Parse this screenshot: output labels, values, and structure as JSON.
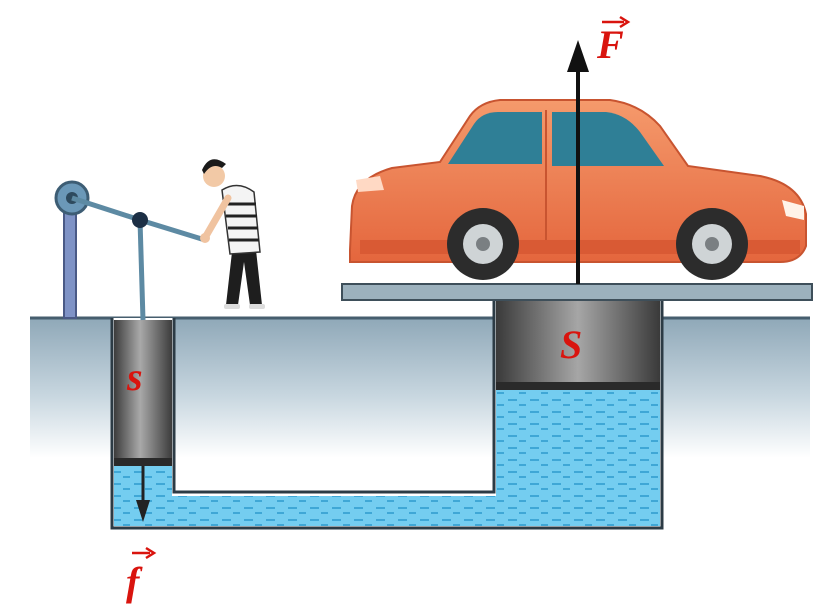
{
  "diagram": {
    "labels": {
      "small_area": "s",
      "large_area": "S",
      "small_force": "f",
      "large_force": "F"
    },
    "colors": {
      "label": "#d9140e",
      "car_body": "#ee7a4c",
      "car_window": "#2f7f96",
      "liquid": "#6cc9ee",
      "ground": "#9fb7c6",
      "piston": "#5c5c5c"
    },
    "icons": [
      "lever-pump-icon",
      "person-icon",
      "car-icon",
      "force-arrow-icon"
    ]
  }
}
